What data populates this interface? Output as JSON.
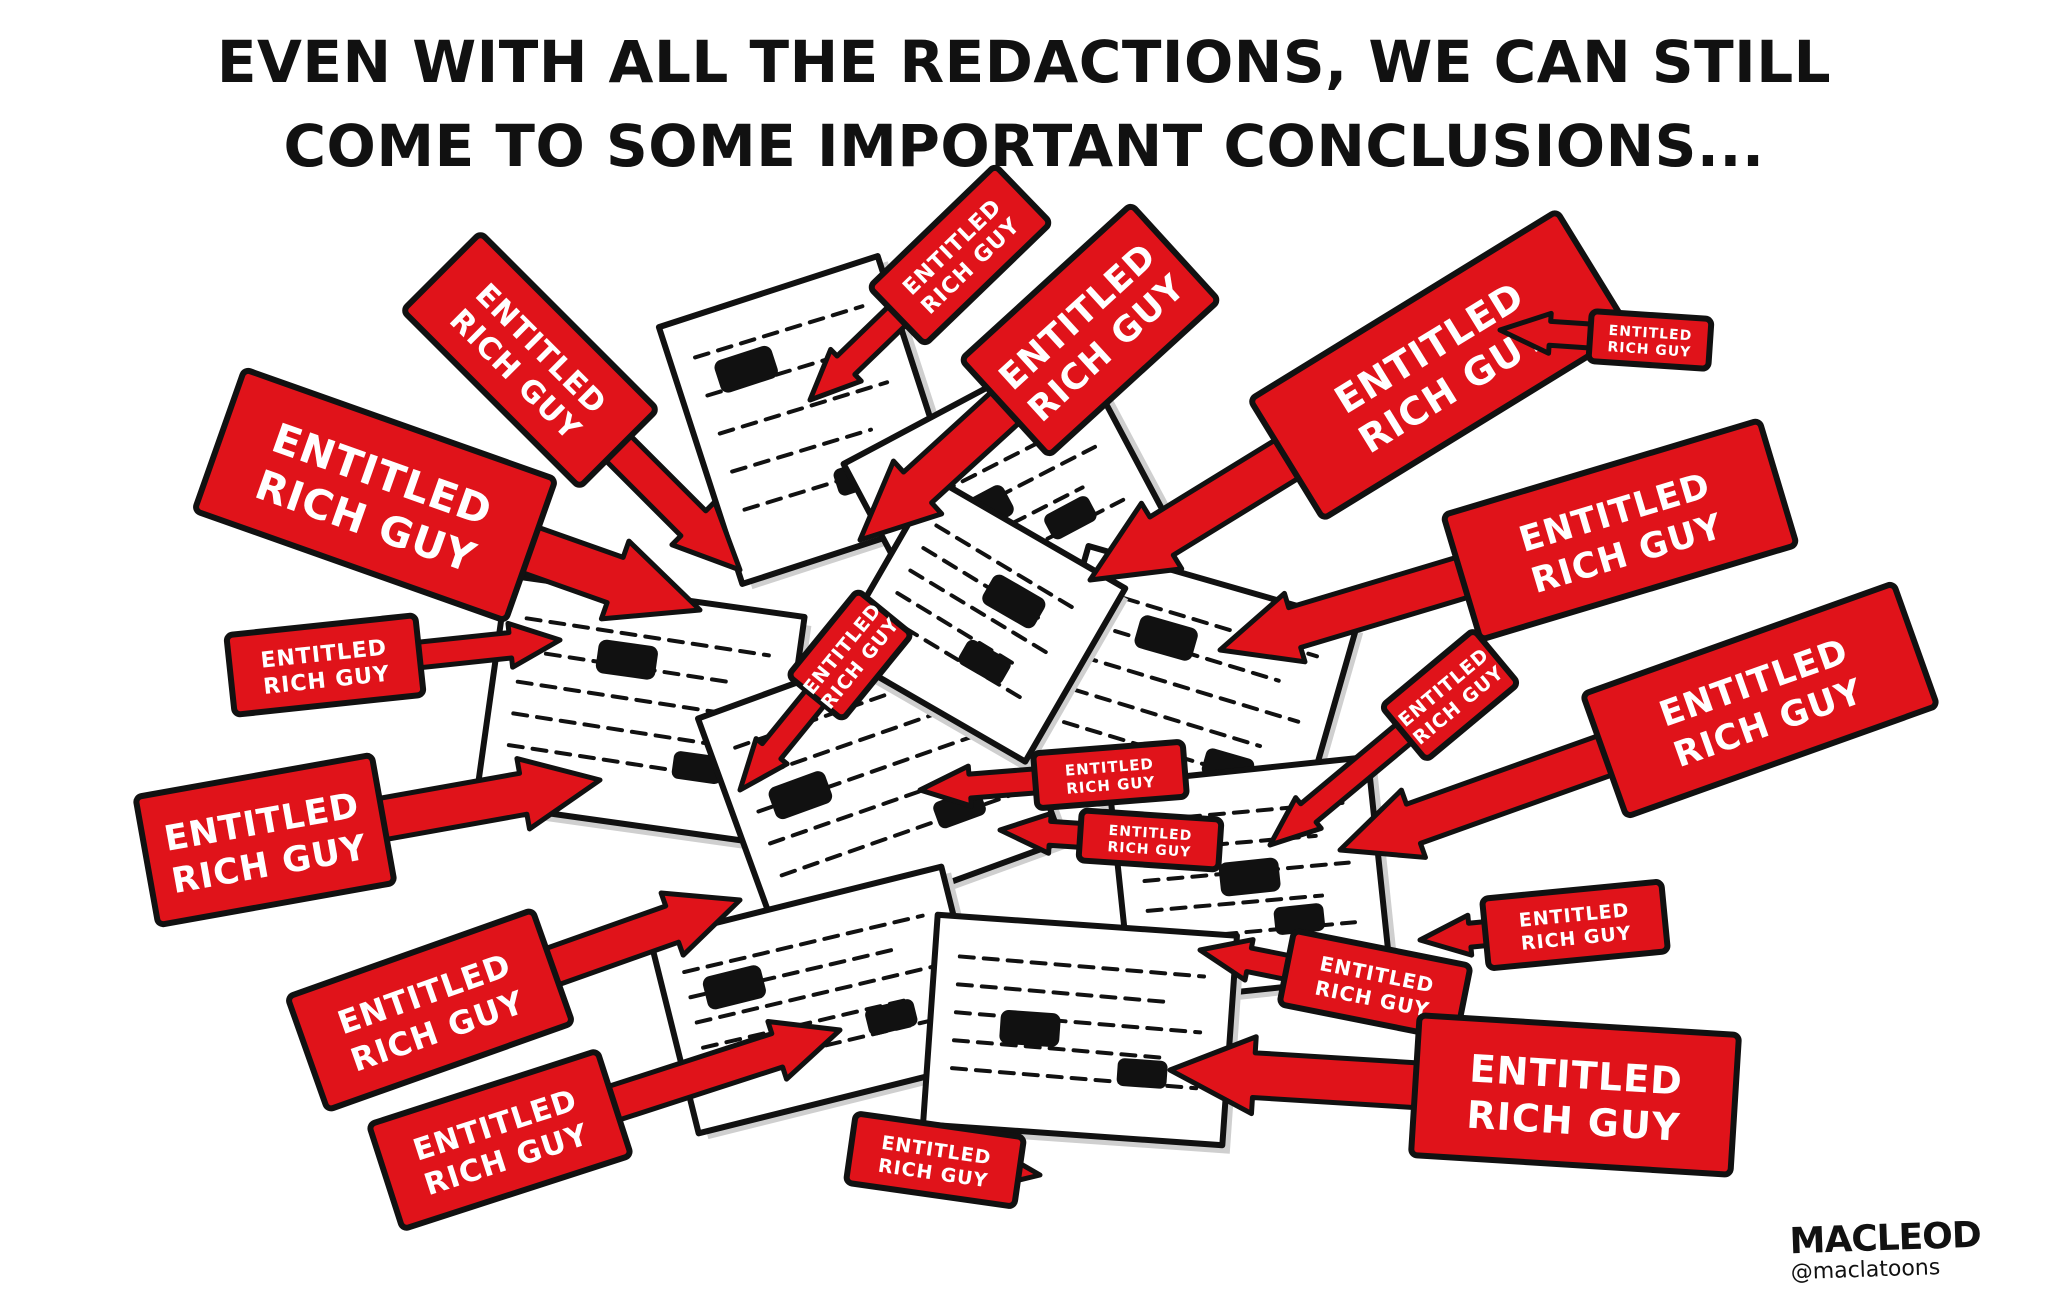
{
  "caption": {
    "line1": "EVEN WITH ALL THE REDACTIONS, WE CAN STILL",
    "line2": "COME TO SOME IMPORTANT CONCLUSIONS..."
  },
  "arrow_label": {
    "line1": "ENTITLED",
    "line2": "RICH GUY"
  },
  "arrow_count": 20,
  "signature": {
    "name": "MACLEOD",
    "handle": "@maclatoons"
  },
  "colors": {
    "arrow_red": "#e0131a",
    "outline": "#111111",
    "paper": "#ffffff",
    "paper_shadow": "#cfcfcf",
    "redaction": "#111111"
  }
}
